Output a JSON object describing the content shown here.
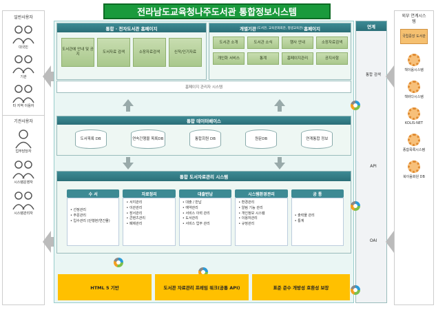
{
  "title": "전라남도교육청나주도서관 통합정보시스템",
  "left": {
    "header": "일반사용자",
    "users": [
      "대국민",
      "기관",
      "타 지역 이용자"
    ],
    "admin_header": "기관사용자",
    "admins": [
      "업무담당자",
      "시스템운영자",
      "시스템관리자"
    ]
  },
  "top": {
    "left_header": "통합 · 전자도서관 홈페이지",
    "left_items": [
      "도서관에 안내 및 공지",
      "도서자료 검색",
      "소장자료검색",
      "신작/인기자료"
    ],
    "right_header": "개별기관",
    "right_header_small": "(도서관, 교육문화회관, 평생교육관)",
    "right_header_tail": "홈페이지",
    "right_items": [
      "도서관 소개",
      "도서관 소식",
      "행사 안내",
      "소장자료검색",
      "개인화 서비스",
      "통계",
      "홈페이지관리",
      "공지사항"
    ],
    "admin_bar": "홈페이지 관리자 시스템"
  },
  "db": {
    "header": "통합 데이터베이스",
    "items": [
      "도서목록 DB",
      "연속간행물 목록DB",
      "통합회원 DB",
      "원문DB",
      "연계통합 정보"
    ]
  },
  "lib": {
    "header": "통합 도서자료관리 시스템",
    "modules": [
      {
        "title": "수 서",
        "items": [
          "선정관리",
          "주문관리",
          "입수관리 (단행본/연간물)"
        ]
      },
      {
        "title": "자료정리",
        "items": [
          "서지관리",
          "이관관리",
          "장서관리",
          "콘텐츠관리",
          "폐제관리"
        ]
      },
      {
        "title": "대출반납",
        "items": [
          "대출 / 반납",
          "예약관리",
          "서비스 이력 관리",
          "도서관리",
          "서비스 업무 관리"
        ]
      },
      {
        "title": "시스템환경관리",
        "items": [
          "환경관리",
          "알림 기능 관리",
          "개인정보 시스템",
          "이용자관리",
          "규정관리"
        ]
      },
      {
        "title": "공 통",
        "items": [
          "출력물 관리",
          "통계"
        ]
      }
    ]
  },
  "bottom": [
    "HTML 5 기반",
    "도서관 자료관리 프레임 워크(공통 API)",
    "표준 준수 개방성 호환성 보장"
  ],
  "link": {
    "header": "연계",
    "items": [
      "통합 검색",
      "API",
      "OAI"
    ]
  },
  "external": {
    "header": "외부 연계시스템",
    "items": [
      "국립중앙 도서관",
      "책이음시스템",
      "책바다시스템",
      "KOLIS-NET",
      "종합목록시스템",
      "북이음화원 DB"
    ]
  }
}
